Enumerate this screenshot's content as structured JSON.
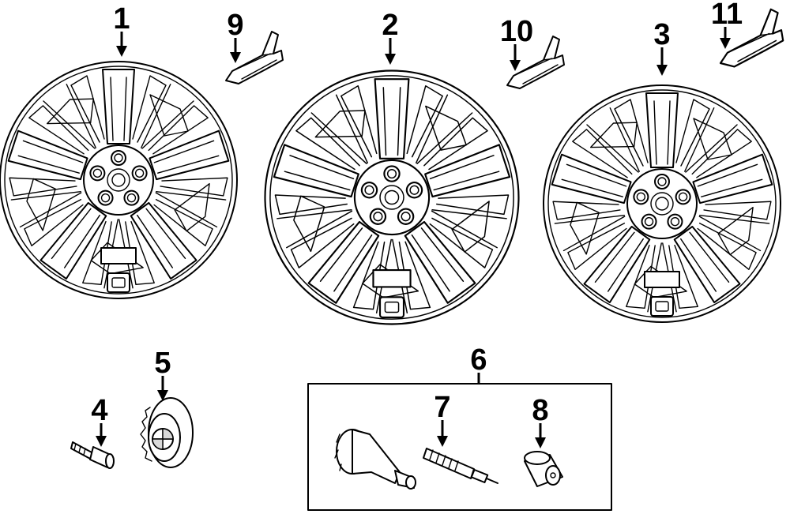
{
  "diagram": {
    "callouts": [
      {
        "id": "1",
        "text": "1"
      },
      {
        "id": "2",
        "text": "2"
      },
      {
        "id": "3",
        "text": "3"
      },
      {
        "id": "4",
        "text": "4"
      },
      {
        "id": "5",
        "text": "5"
      },
      {
        "id": "6",
        "text": "6"
      },
      {
        "id": "7",
        "text": "7"
      },
      {
        "id": "8",
        "text": "8"
      },
      {
        "id": "9",
        "text": "9"
      },
      {
        "id": "10",
        "text": "10"
      },
      {
        "id": "11",
        "text": "11"
      }
    ],
    "parts": [
      {
        "callout": "1",
        "icon": "wheel-rim-icon"
      },
      {
        "callout": "2",
        "icon": "wheel-rim-icon"
      },
      {
        "callout": "3",
        "icon": "wheel-rim-icon"
      },
      {
        "callout": "4",
        "icon": "wheel-bolt-icon"
      },
      {
        "callout": "5",
        "icon": "center-cap-emblem-icon"
      },
      {
        "callout": "6",
        "icon": "valve-kit-box-icon"
      },
      {
        "callout": "7",
        "icon": "valve-core-icon"
      },
      {
        "callout": "8",
        "icon": "valve-cap-icon"
      },
      {
        "callout": "9",
        "icon": "spoke-insert-icon"
      },
      {
        "callout": "10",
        "icon": "spoke-insert-icon"
      },
      {
        "callout": "11",
        "icon": "spoke-insert-icon"
      }
    ]
  }
}
